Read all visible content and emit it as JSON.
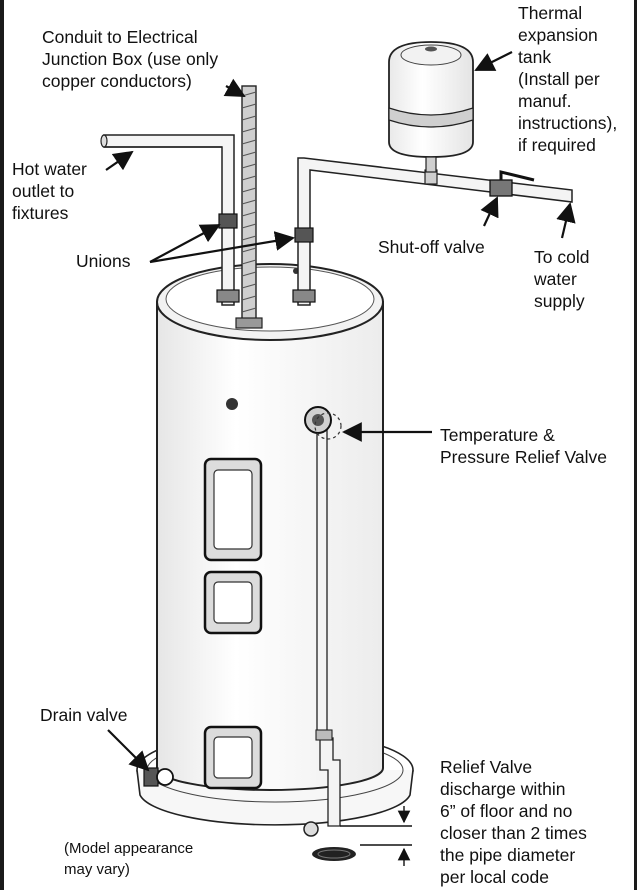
{
  "labels": {
    "conduit": "Conduit to Electrical\nJunction Box (use only\ncopper conductors)",
    "expansion_tank": "Thermal\nexpansion\ntank\n(Install per\nmanuf.\ninstructions),\nif required",
    "hot_water": "Hot water\noutlet to\nfixtures",
    "unions": "Unions",
    "shutoff": "Shut-off valve",
    "cold_water": "To cold\nwater\nsupply",
    "tp_valve": "Temperature &\nPressure Relief Valve",
    "drain_valve": "Drain valve",
    "relief_discharge": "Relief Valve\ndischarge within\n6” of floor and no\ncloser than 2 times\nthe pipe diameter\nper local code",
    "model_note": "(Model appearance\nmay vary)"
  }
}
